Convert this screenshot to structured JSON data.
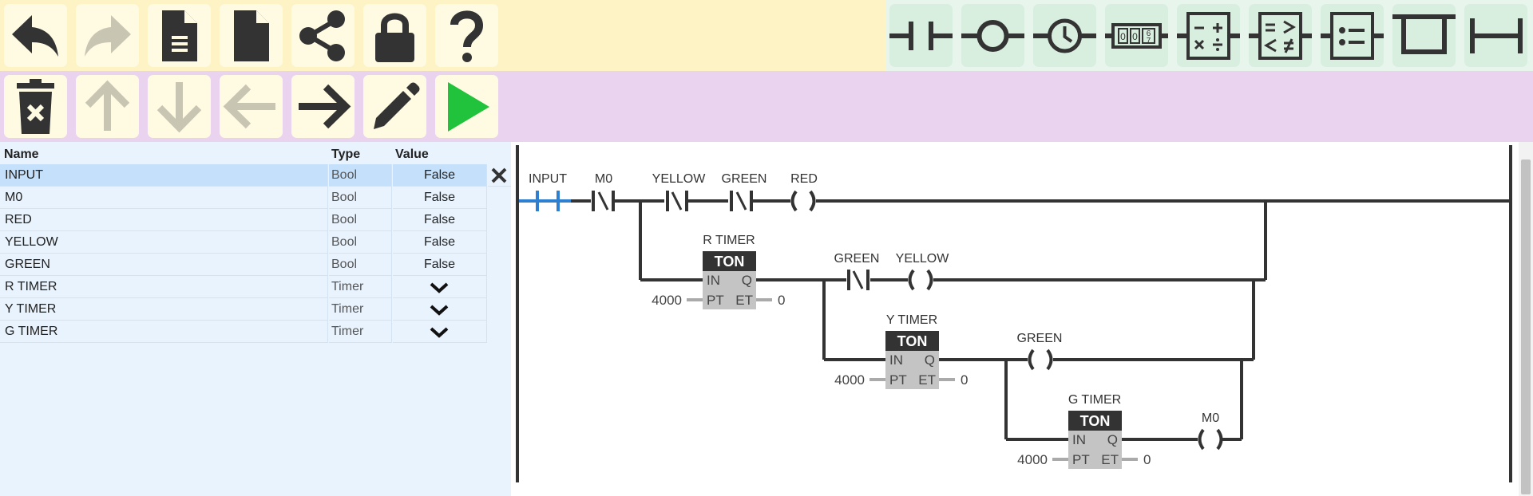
{
  "toolbar_file": {
    "buttons": [
      {
        "icon": "undo-icon",
        "enabled": true
      },
      {
        "icon": "redo-icon",
        "enabled": false
      },
      {
        "icon": "document-lines-icon",
        "enabled": true
      },
      {
        "icon": "new-document-icon",
        "enabled": true
      },
      {
        "icon": "share-icon",
        "enabled": true
      },
      {
        "icon": "lock-icon",
        "enabled": true
      },
      {
        "icon": "help-icon",
        "enabled": true
      }
    ]
  },
  "toolbar_elements": {
    "buttons": [
      {
        "icon": "contact-icon"
      },
      {
        "icon": "coil-icon"
      },
      {
        "icon": "timer-icon"
      },
      {
        "icon": "counter-icon",
        "digits": [
          "0",
          "0",
          "6",
          "7"
        ]
      },
      {
        "icon": "math-icon"
      },
      {
        "icon": "compare-icon"
      },
      {
        "icon": "list-icon"
      },
      {
        "icon": "branch-icon"
      },
      {
        "icon": "rung-icon"
      }
    ]
  },
  "toolbar_edit": {
    "buttons": [
      {
        "icon": "delete-icon",
        "enabled": true
      },
      {
        "icon": "move-up-icon",
        "enabled": false
      },
      {
        "icon": "move-down-icon",
        "enabled": false
      },
      {
        "icon": "move-left-icon",
        "enabled": false
      },
      {
        "icon": "move-right-icon",
        "enabled": true
      },
      {
        "icon": "edit-pencil-icon",
        "enabled": true
      },
      {
        "icon": "run-icon",
        "enabled": true
      }
    ]
  },
  "variables": {
    "headers": {
      "name": "Name",
      "type": "Type",
      "value": "Value"
    },
    "rows": [
      {
        "name": "INPUT",
        "type": "Bool",
        "value": "False",
        "selected": true
      },
      {
        "name": "M0",
        "type": "Bool",
        "value": "False"
      },
      {
        "name": "RED",
        "type": "Bool",
        "value": "False"
      },
      {
        "name": "YELLOW",
        "type": "Bool",
        "value": "False"
      },
      {
        "name": "GREEN",
        "type": "Bool",
        "value": "False"
      },
      {
        "name": "R TIMER",
        "type": "Timer",
        "value": ""
      },
      {
        "name": "Y TIMER",
        "type": "Timer",
        "value": ""
      },
      {
        "name": "G TIMER",
        "type": "Timer",
        "value": ""
      }
    ]
  },
  "ladder": {
    "colors": {
      "wire": "#333333",
      "active": "#2f7fd0",
      "block_head": "#333333",
      "block_body": "#c4c4c4",
      "pin": "#aaaaaa"
    },
    "labels": {
      "input": "INPUT",
      "m0_contact": "M0",
      "yellow_contact": "YELLOW",
      "green_contact": "GREEN",
      "red_coil": "RED",
      "r_timer": "R TIMER",
      "green_contact_2": "GREEN",
      "yellow_coil": "YELLOW",
      "y_timer": "Y TIMER",
      "green_coil": "GREEN",
      "g_timer": "G TIMER",
      "m0_coil": "M0"
    },
    "timer": {
      "type": "TON",
      "pin_in": "IN",
      "pin_q": "Q",
      "pin_pt": "PT",
      "pin_et": "ET",
      "preset_r": "4000",
      "preset_y": "4000",
      "preset_g": "4000",
      "elapsed_r": "0",
      "elapsed_y": "0",
      "elapsed_g": "0"
    }
  }
}
